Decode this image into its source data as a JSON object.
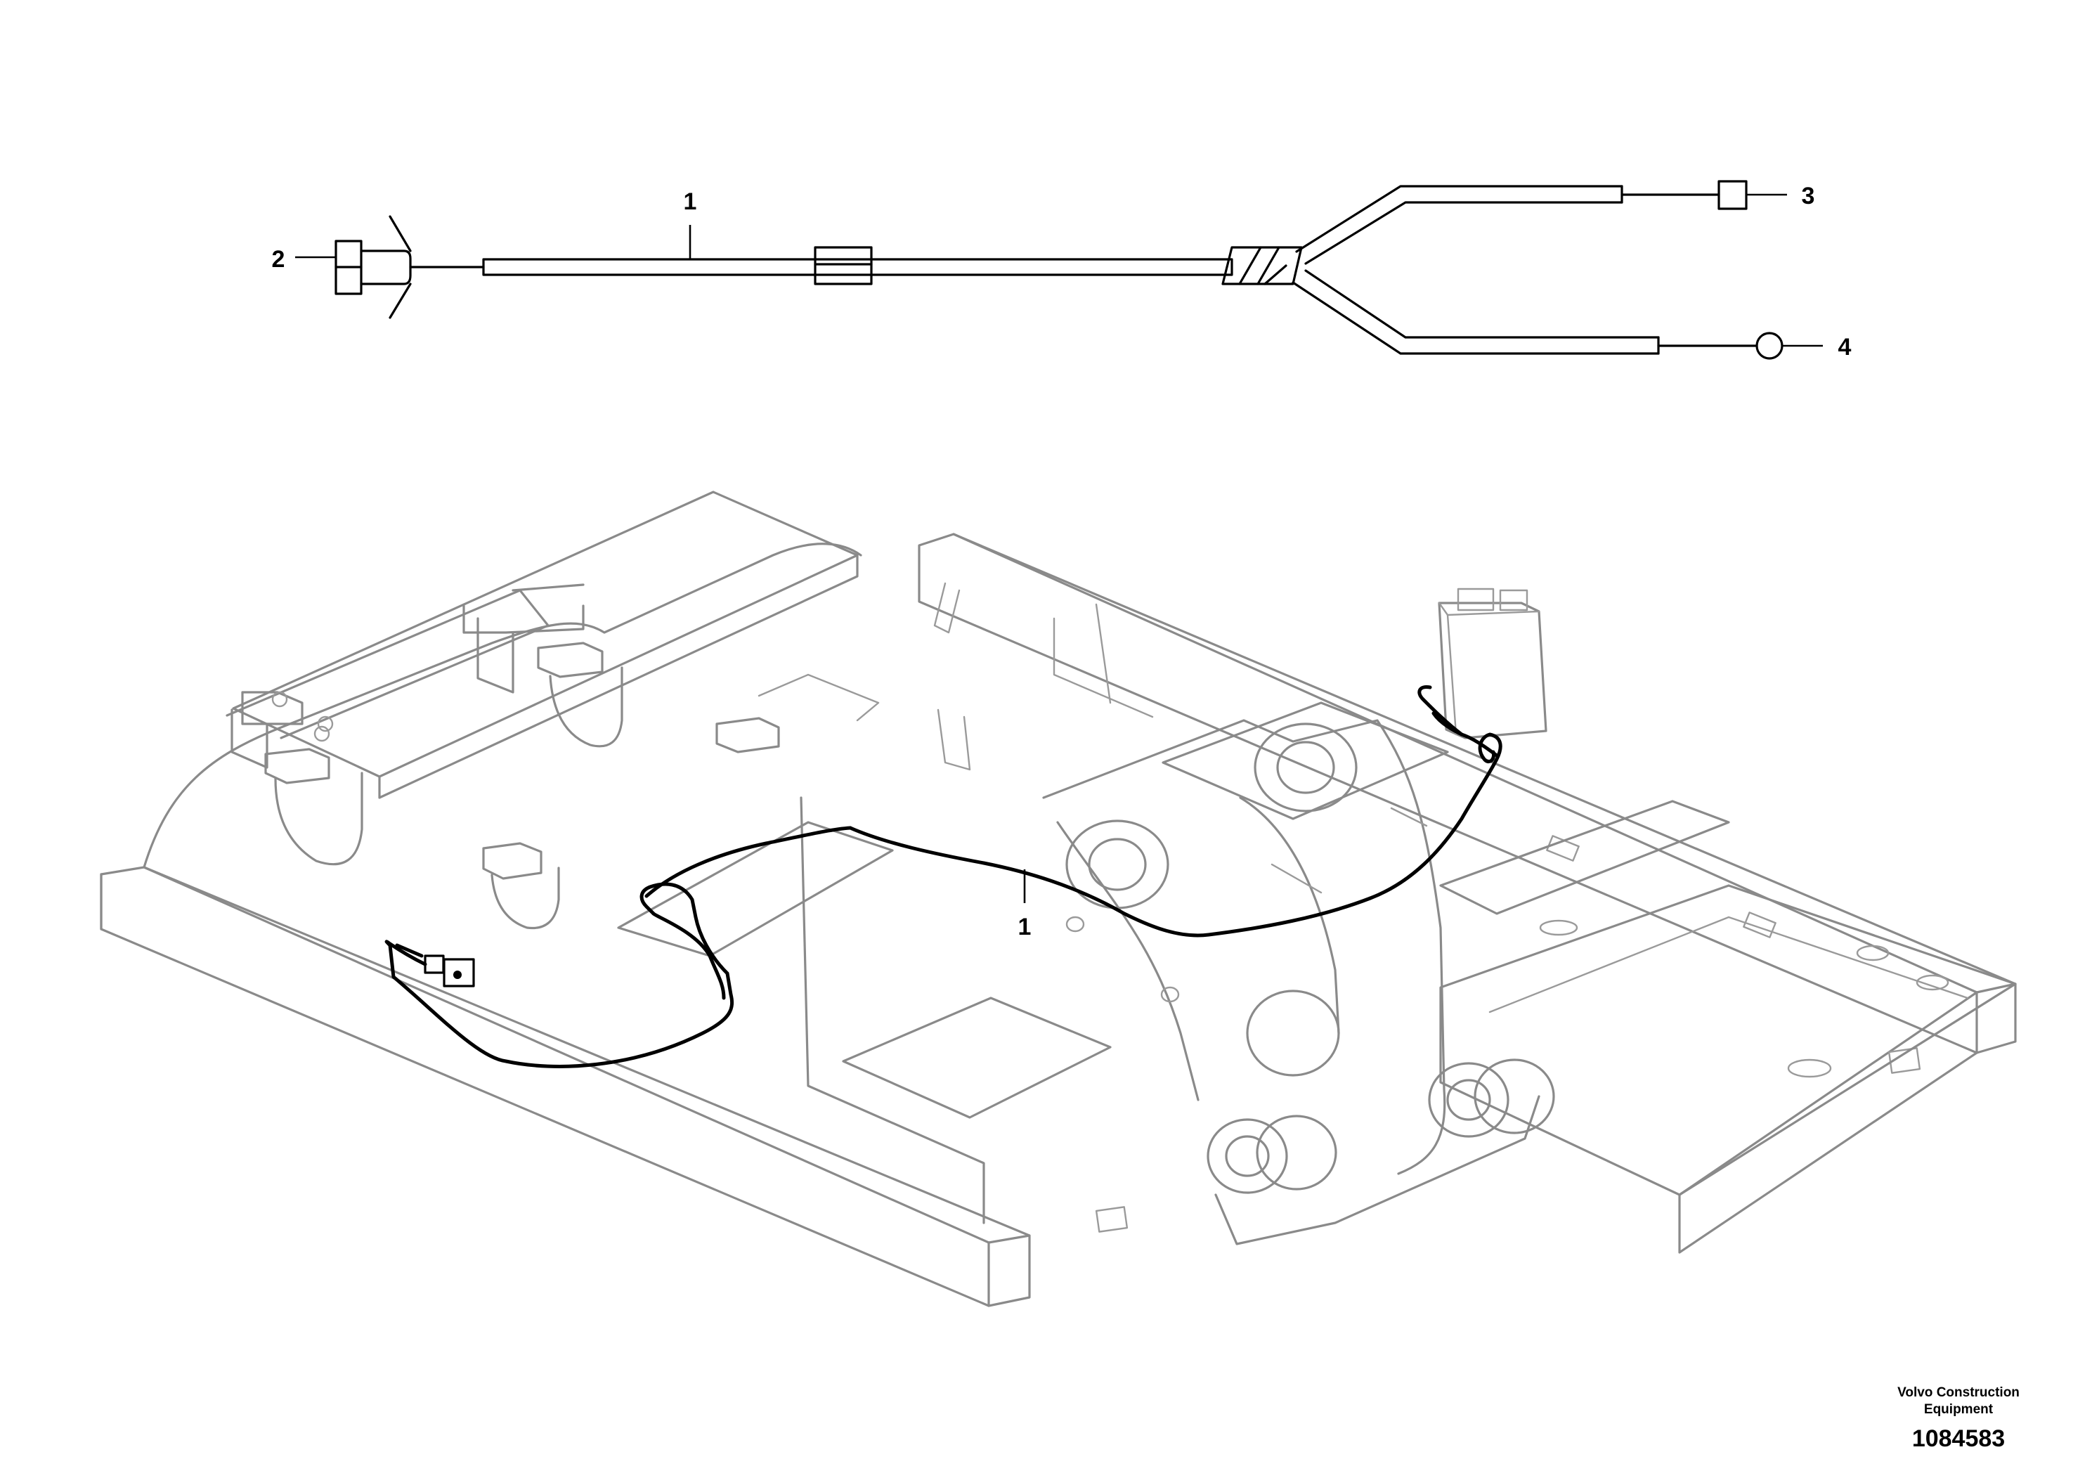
{
  "callouts": {
    "harness_top": "1",
    "connector_left": "2",
    "terminal_square": "3",
    "terminal_round": "4",
    "harness_frame": "1"
  },
  "footer": {
    "company": "Volvo Construction Equipment",
    "drawing_number": "1084583"
  },
  "colors": {
    "ink": "#000000",
    "frame_lines": "#8a8a8a",
    "background": "#ffffff"
  }
}
